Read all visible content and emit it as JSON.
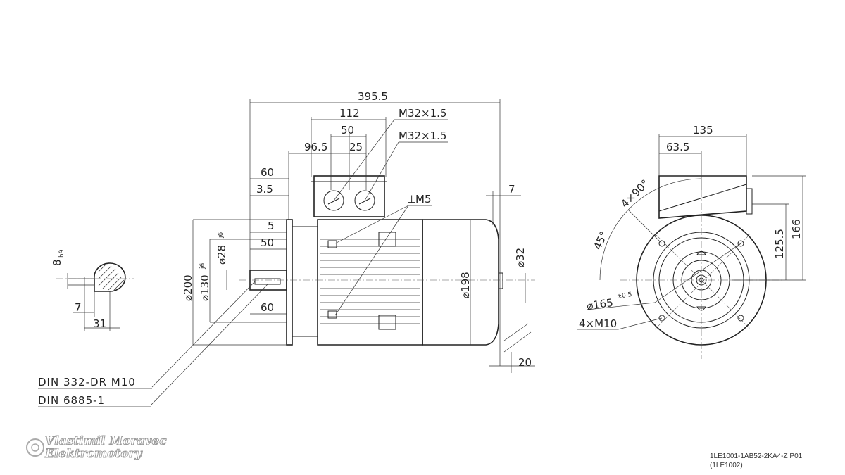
{
  "dimensions": {
    "overall_length": "395.5",
    "terminal_offset": "112",
    "gland_thread_1": "M32×1.5",
    "gland_spacing": "50",
    "gland_thread_2": "M32×1.5",
    "terminal_pos": "96.5",
    "gland_offset": "25",
    "flange_to_box": "60",
    "flange_thickness": "3.5",
    "cover_offset": "7",
    "earth_thread": "M5",
    "spigot_depth": "5",
    "shaft_length": "50",
    "keyway_length": "60",
    "shaft_dia_28": "⌀28",
    "shaft_dia_28_tol": "j6",
    "spigot_dia": "⌀130",
    "spigot_dia_tol": "j6",
    "flange_dia": "⌀200",
    "frame_dia": "⌀198",
    "fan_cover_dia": "⌀32",
    "foot_offset": "20",
    "box_width": "135",
    "box_offset": "63.5",
    "box_height_axis": "125.5",
    "total_height": "166",
    "hole_angle_count": "4×90°",
    "angle": "45°",
    "pcd": "⌀165",
    "pcd_tol": "±0.5",
    "flange_holes": "4×M10",
    "key_width": "8",
    "key_width_tol": "h9",
    "key_depth": "7",
    "shaft_height": "31"
  },
  "notes": {
    "center_hole": "DIN 332-DR M10",
    "key": "DIN 6885-1"
  },
  "logo": {
    "line1": "Vlastimil Moravec",
    "line2": "Elektromotory"
  },
  "caption": {
    "model": "1LE1001-1AB52-2KA4-Z P01",
    "series": "(1LE1002)"
  }
}
